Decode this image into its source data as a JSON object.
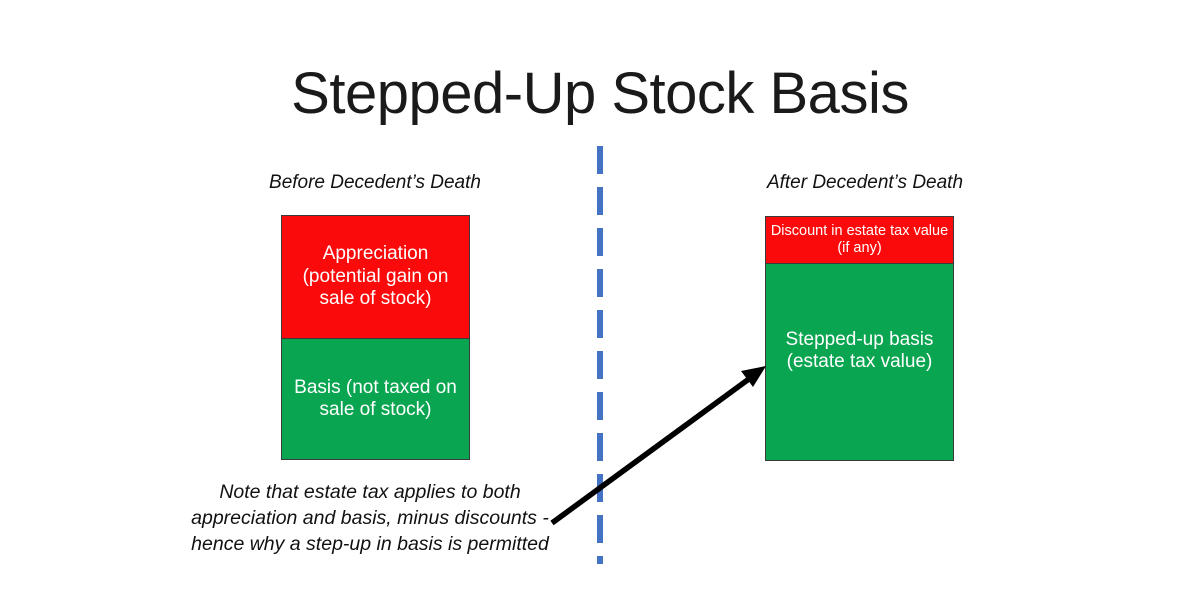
{
  "slide": {
    "title": "Stepped-Up Stock Basis",
    "background_color": "#ffffff"
  },
  "colors": {
    "red": "#fa0a0a",
    "green": "#0aa551",
    "divider_blue": "#4472c4",
    "arrow_black": "#000000",
    "text_dark": "#111111",
    "bar_label_white": "#ffffff"
  },
  "columns": {
    "left": {
      "heading": "Before Decedent’s Death",
      "segments": [
        {
          "name": "appreciation",
          "label": "Appreciation (potential gain on sale of stock)",
          "color": "#fa0a0a"
        },
        {
          "name": "basis",
          "label": "Basis (not taxed on sale of stock)",
          "color": "#0aa551"
        }
      ]
    },
    "right": {
      "heading": "After Decedent’s Death",
      "segments": [
        {
          "name": "discount",
          "label": "Discount in estate tax value (if any)",
          "color": "#fa0a0a"
        },
        {
          "name": "stepped-up-basis",
          "label": "Stepped-up basis (estate tax value)",
          "color": "#0aa551"
        }
      ]
    }
  },
  "divider": {
    "name": "vertical-dashed-divider",
    "color": "#4472c4",
    "style": "dashed"
  },
  "arrow": {
    "name": "pointer-arrow",
    "color": "#000000",
    "from": "footnote area",
    "to": "stepped-up basis block"
  },
  "footnote": "Note that estate tax applies to both appreciation and basis, minus discounts - hence why a step-up in basis is permitted"
}
